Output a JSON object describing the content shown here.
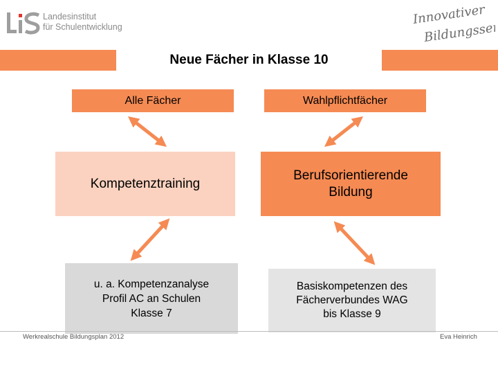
{
  "header": {
    "logo_line1": "Landesinstitut",
    "logo_line2": "für Schulentwicklung",
    "script_line1": "Innovativer",
    "script_line2": "Bildungsservice"
  },
  "title": "Neue Fächer in Klasse 10",
  "boxes": {
    "top_left": "Alle Fächer",
    "top_right": "Wahlpflichtfächer",
    "middle_left": "Kompetenztraining",
    "middle_right_line1": "Berufsorientierende",
    "middle_right_line2": "Bildung",
    "bottom_left_line1": "u. a. Kompetenzanalyse",
    "bottom_left_line2": "Profil AC an Schulen",
    "bottom_left_line3": "Klasse 7",
    "bottom_right_line1": "Basiskompetenzen des",
    "bottom_right_line2": "Fächerverbundes WAG",
    "bottom_right_line3": "bis Klasse 9"
  },
  "footer": {
    "left": "Werkrealschule Bildungsplan 2012",
    "right": "Eva Heinrich"
  },
  "colors": {
    "accent": "#f58a53",
    "light_accent": "#fbd2bf",
    "gray": "#d9d9d9"
  }
}
